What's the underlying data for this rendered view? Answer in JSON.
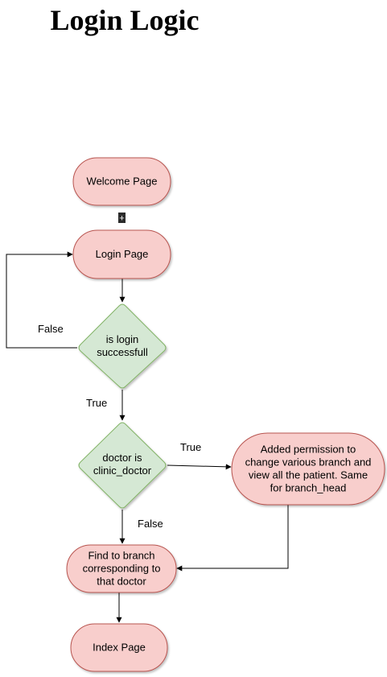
{
  "title": "Login Logic",
  "nodes": {
    "welcome": {
      "lines": [
        "Welcome Page"
      ]
    },
    "login": {
      "lines": [
        "Login Page"
      ]
    },
    "is_login": {
      "lines": [
        "is login",
        "successfull"
      ]
    },
    "doctor_check": {
      "lines": [
        "doctor is",
        "clinic_doctor"
      ]
    },
    "permission": {
      "lines": [
        "Added permission to",
        "change various branch and",
        "view all the patient. Same",
        "for branch_head"
      ]
    },
    "find_branch": {
      "lines": [
        "Find to branch",
        "corresponding to",
        "that doctor"
      ]
    },
    "index": {
      "lines": [
        "Index Page"
      ]
    }
  },
  "edges": {
    "false_back": "False",
    "true_down": "True",
    "true_right": "True",
    "false_down": "False"
  },
  "expand_marker": "+",
  "colors": {
    "terminal_fill": "#f8cecc",
    "terminal_stroke": "#b85450",
    "decision_fill": "#d5e8d4",
    "decision_stroke": "#82b366",
    "line": "#000000"
  }
}
